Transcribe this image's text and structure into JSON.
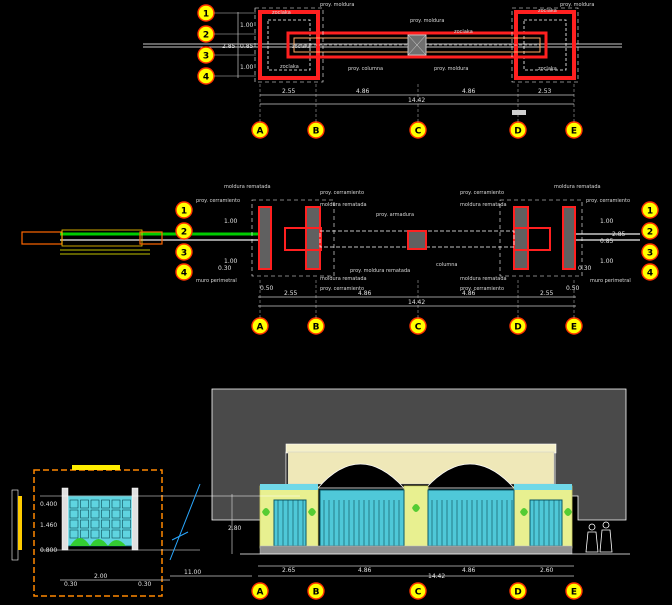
{
  "plan1": {
    "row_labels": [
      "1",
      "2",
      "3",
      "4"
    ],
    "col_labels": [
      "A",
      "B",
      "C",
      "D",
      "E"
    ],
    "left_dims": [
      "1.00",
      "2.85",
      "0.85",
      "1.00"
    ],
    "bottom_dims": [
      "2.55",
      "4.86",
      "4.86",
      "2.53"
    ],
    "total": "14.42",
    "notes": [
      "proy. moldura",
      "proy. moldura",
      "proy. moldura",
      "proy. columna",
      "proy. moldura",
      "zoclaka"
    ]
  },
  "plan2": {
    "row_labels": [
      "1",
      "2",
      "3",
      "4"
    ],
    "col_labels": [
      "A",
      "B",
      "C",
      "D",
      "E"
    ],
    "left_dims": [
      "1.00",
      "1.00",
      "0.30"
    ],
    "right_dims": [
      "1.00",
      "2.85",
      "0.85",
      "1.00",
      "0.30"
    ],
    "bottom_dims": [
      "0.50",
      "2.55",
      "4.86",
      "4.86",
      "2.55",
      "0.50"
    ],
    "total": "14.42",
    "notes": {
      "moldura_rematada": "moldura rematada",
      "proy_cerramiento": "proy. cerramiento",
      "proy_armadura": "proy. armadura",
      "columna": "columna",
      "proy_moldura_rematada": "proy. moldura rematada",
      "muro_perimetral": "muro perimetral"
    }
  },
  "elevation": {
    "col_labels": [
      "A",
      "B",
      "C",
      "D",
      "E"
    ],
    "bottom_dims": [
      "2.65",
      "4.86",
      "4.86",
      "2.60"
    ],
    "total": "14.42",
    "height_dim": "2.80"
  },
  "section": {
    "dims_left": [
      "0.400",
      "1.460",
      "0.800"
    ],
    "bottom_dims": [
      "0.30",
      "2.00",
      "0.30"
    ],
    "distance": "11.00"
  }
}
